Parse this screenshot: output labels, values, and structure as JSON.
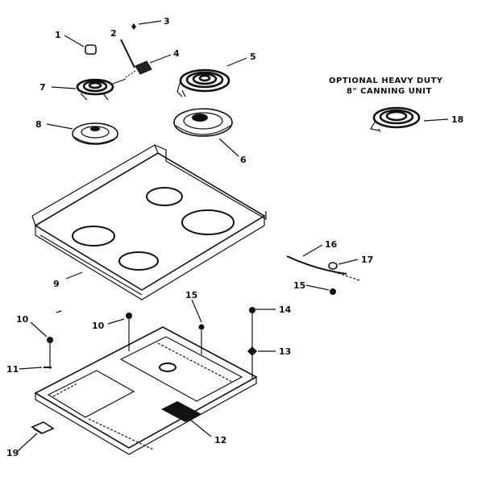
{
  "caption": {
    "line1": "OPTIONAL HEAVY DUTY",
    "line2": "8\" CANNING UNIT"
  },
  "labels": {
    "n1": "1",
    "n2": "2",
    "n3": "3",
    "n4": "4",
    "n5": "5",
    "n6": "6",
    "n7": "7",
    "n8": "8",
    "n9": "9",
    "n10a": "10",
    "n10b": "10",
    "n11": "11",
    "n12": "12",
    "n13": "13",
    "n14": "14",
    "n15a": "15",
    "n15b": "15",
    "n16": "16",
    "n17": "17",
    "n18": "18",
    "n19": "19"
  }
}
